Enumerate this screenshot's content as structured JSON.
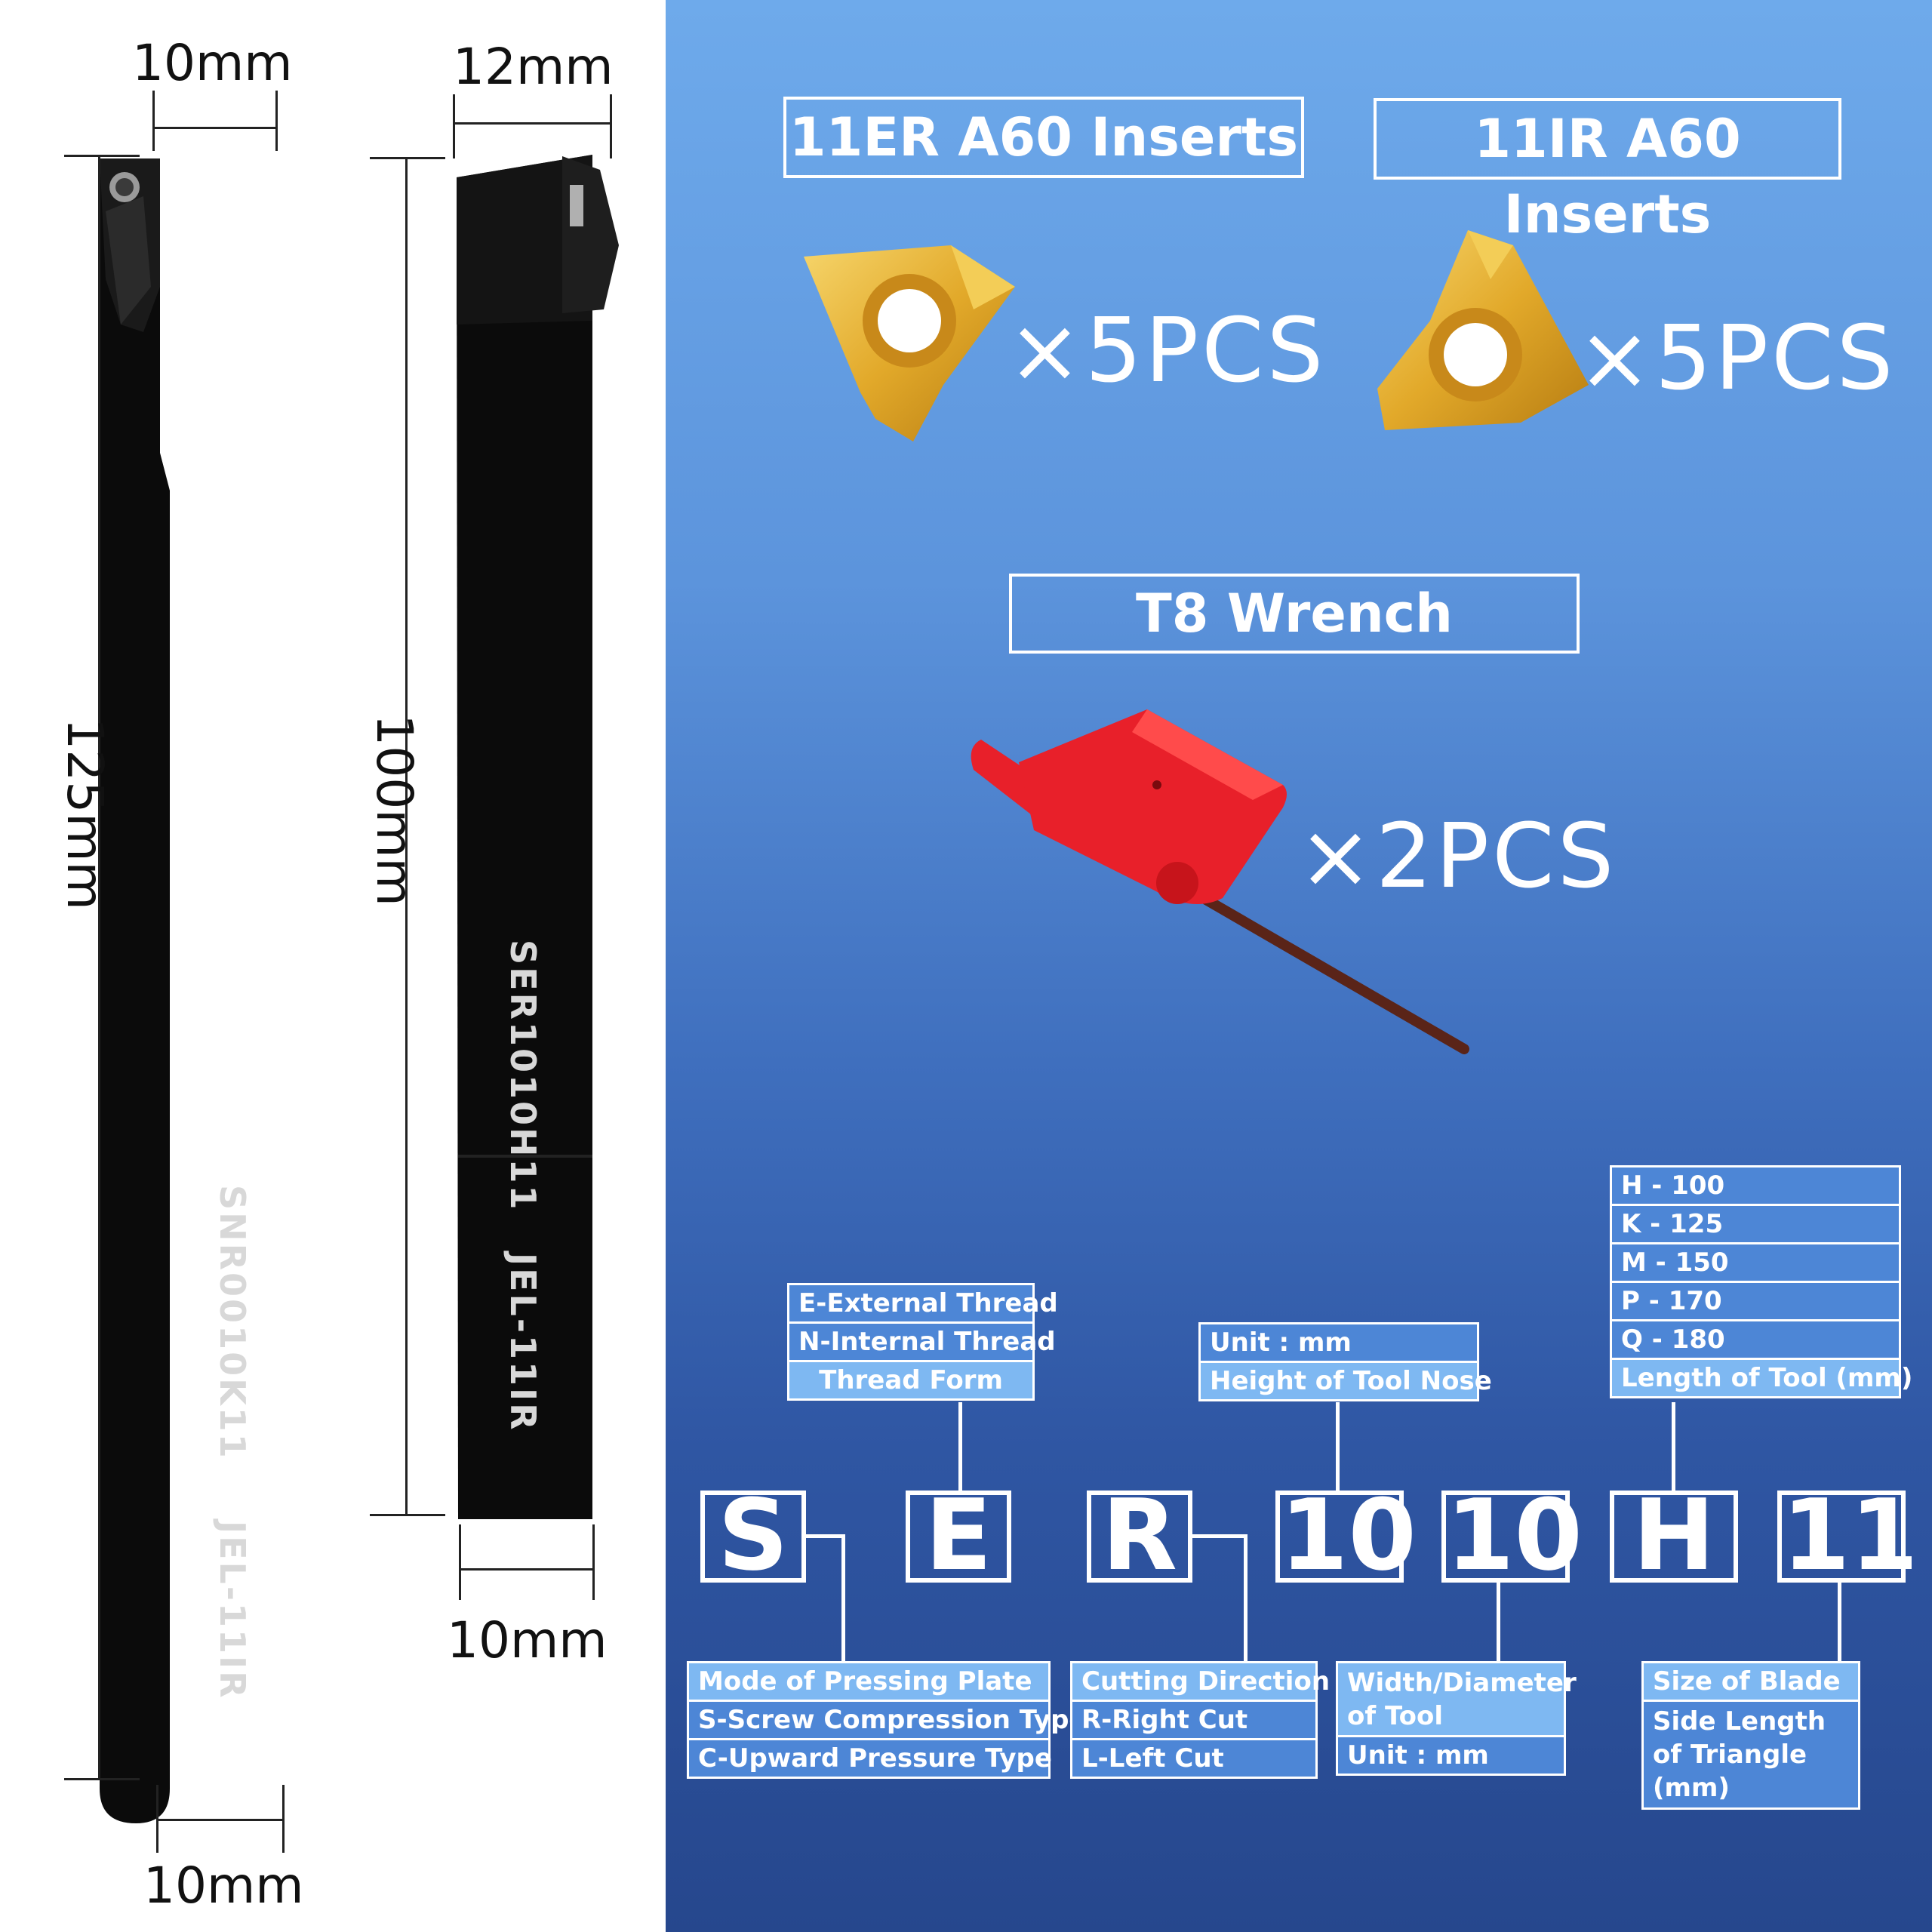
{
  "dimensions": {
    "bar1_top_width": "10mm",
    "bar1_length": "125mm",
    "bar1_bottom_width": "10mm",
    "bar2_top_width": "12mm",
    "bar2_length": "100mm",
    "bar2_bottom_width": "10mm"
  },
  "bar_markings": {
    "bar1_model": "SNR0010K11",
    "bar1_brand": "JEL-11IR",
    "bar2_model": "SER1010H11",
    "bar2_brand": "JEL-11IR"
  },
  "items": {
    "external_inserts_title": "11ER A60 Inserts",
    "internal_inserts_title": "11IR A60 Inserts",
    "external_inserts_qty": "×5PCS",
    "internal_inserts_qty": "×5PCS",
    "wrench_title": "T8 Wrench",
    "wrench_qty": "×2PCS"
  },
  "code": {
    "letters": [
      "S",
      "E",
      "R",
      "10",
      "10",
      "H",
      "11"
    ]
  },
  "labels": {
    "thread_form": [
      "E-External Thread",
      "N-Internal Thread",
      "Thread Form"
    ],
    "tool_nose": [
      "Unit : mm",
      "Height of Tool Nose"
    ],
    "tool_length": [
      "H - 100",
      "K - 125",
      "M - 150",
      "P - 170",
      "Q - 180",
      "Length of Tool (mm)"
    ],
    "pressing_plate": [
      "Mode of Pressing Plate",
      "S-Screw Compression Type",
      "C-Upward Pressure Type"
    ],
    "cutting_direction": [
      "Cutting Direction",
      "R-Right Cut",
      "L-Left Cut"
    ],
    "width_diameter": [
      "Width/Diameter of Tool",
      "Unit : mm"
    ],
    "blade_size": [
      "Size of Blade",
      "Side Length of Triangle (mm)"
    ]
  },
  "colors": {
    "background_top": "#6eaaeb",
    "background_bottom": "#26478d",
    "insert_gold": "#e2a92a",
    "wrench_red": "#e8202a",
    "bar_black": "#0b0b0b"
  }
}
